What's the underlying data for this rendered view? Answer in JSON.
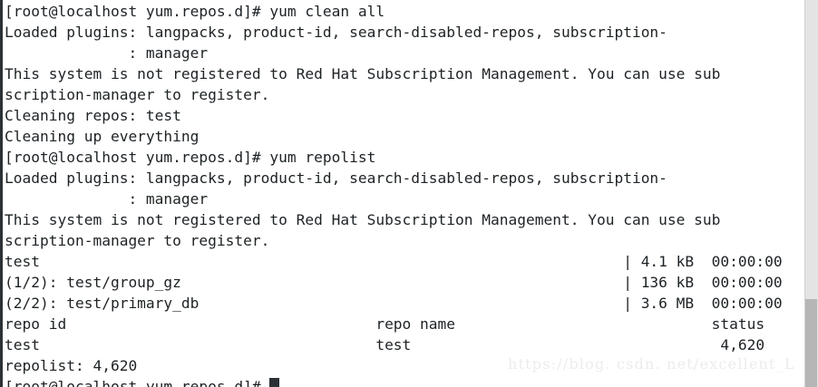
{
  "terminal": {
    "background_color": "#ffffff",
    "foreground_color": "#1d2225",
    "cursor_color": "#2b3134",
    "lines": [
      "[root@localhost yum.repos.d]# yum clean all",
      "Loaded plugins: langpacks, product-id, search-disabled-repos, subscription-",
      "              : manager",
      "This system is not registered to Red Hat Subscription Management. You can use sub",
      "scription-manager to register.",
      "Cleaning repos: test",
      "Cleaning up everything",
      "[root@localhost yum.repos.d]# yum repolist",
      "Loaded plugins: langpacks, product-id, search-disabled-repos, subscription-",
      "              : manager",
      "This system is not registered to Red Hat Subscription Management. You can use sub",
      "scription-manager to register.",
      "test                                                                  | 4.1 kB  00:00:00",
      "(1/2): test/group_gz                                                  | 136 kB  00:00:00",
      "(2/2): test/primary_db                                                | 3.6 MB  00:00:00",
      "repo id                                   repo name                             status",
      "test                                      test                                   4,620",
      "repolist: 4,620"
    ],
    "prompt": "[root@localhost yum.repos.d]# ",
    "commands": [
      "yum clean all",
      "yum repolist"
    ],
    "plugins": "langpacks, product-id, search-disabled-repos, subscription-manager",
    "registration_notice": "This system is not registered to Red Hat Subscription Management. You can use subscription-manager to register.",
    "clean": {
      "cleaning_repos_label": "Cleaning repos:",
      "cleaning_repos_value": "test",
      "cleaning_up_message": "Cleaning up everything"
    },
    "downloads": [
      {
        "prefix": "test",
        "size": "4.1 kB",
        "time": "00:00:00"
      },
      {
        "prefix": "(1/2): test/group_gz",
        "size": "136 kB",
        "time": "00:00:00"
      },
      {
        "prefix": "(2/2): test/primary_db",
        "size": "3.6 MB",
        "time": "00:00:00"
      }
    ],
    "repo_table": {
      "headers": [
        "repo id",
        "repo name",
        "status"
      ],
      "rows": [
        [
          "test",
          "test",
          "4,620"
        ]
      ]
    },
    "repolist_summary": "repolist: 4,620"
  },
  "watermark": {
    "text": "https://blog. csdn. net/excellent_L",
    "color": "#ececec"
  },
  "scrollbar": {
    "track_color": "#e4e4e4",
    "thumb_color": "#b6b6b6"
  }
}
